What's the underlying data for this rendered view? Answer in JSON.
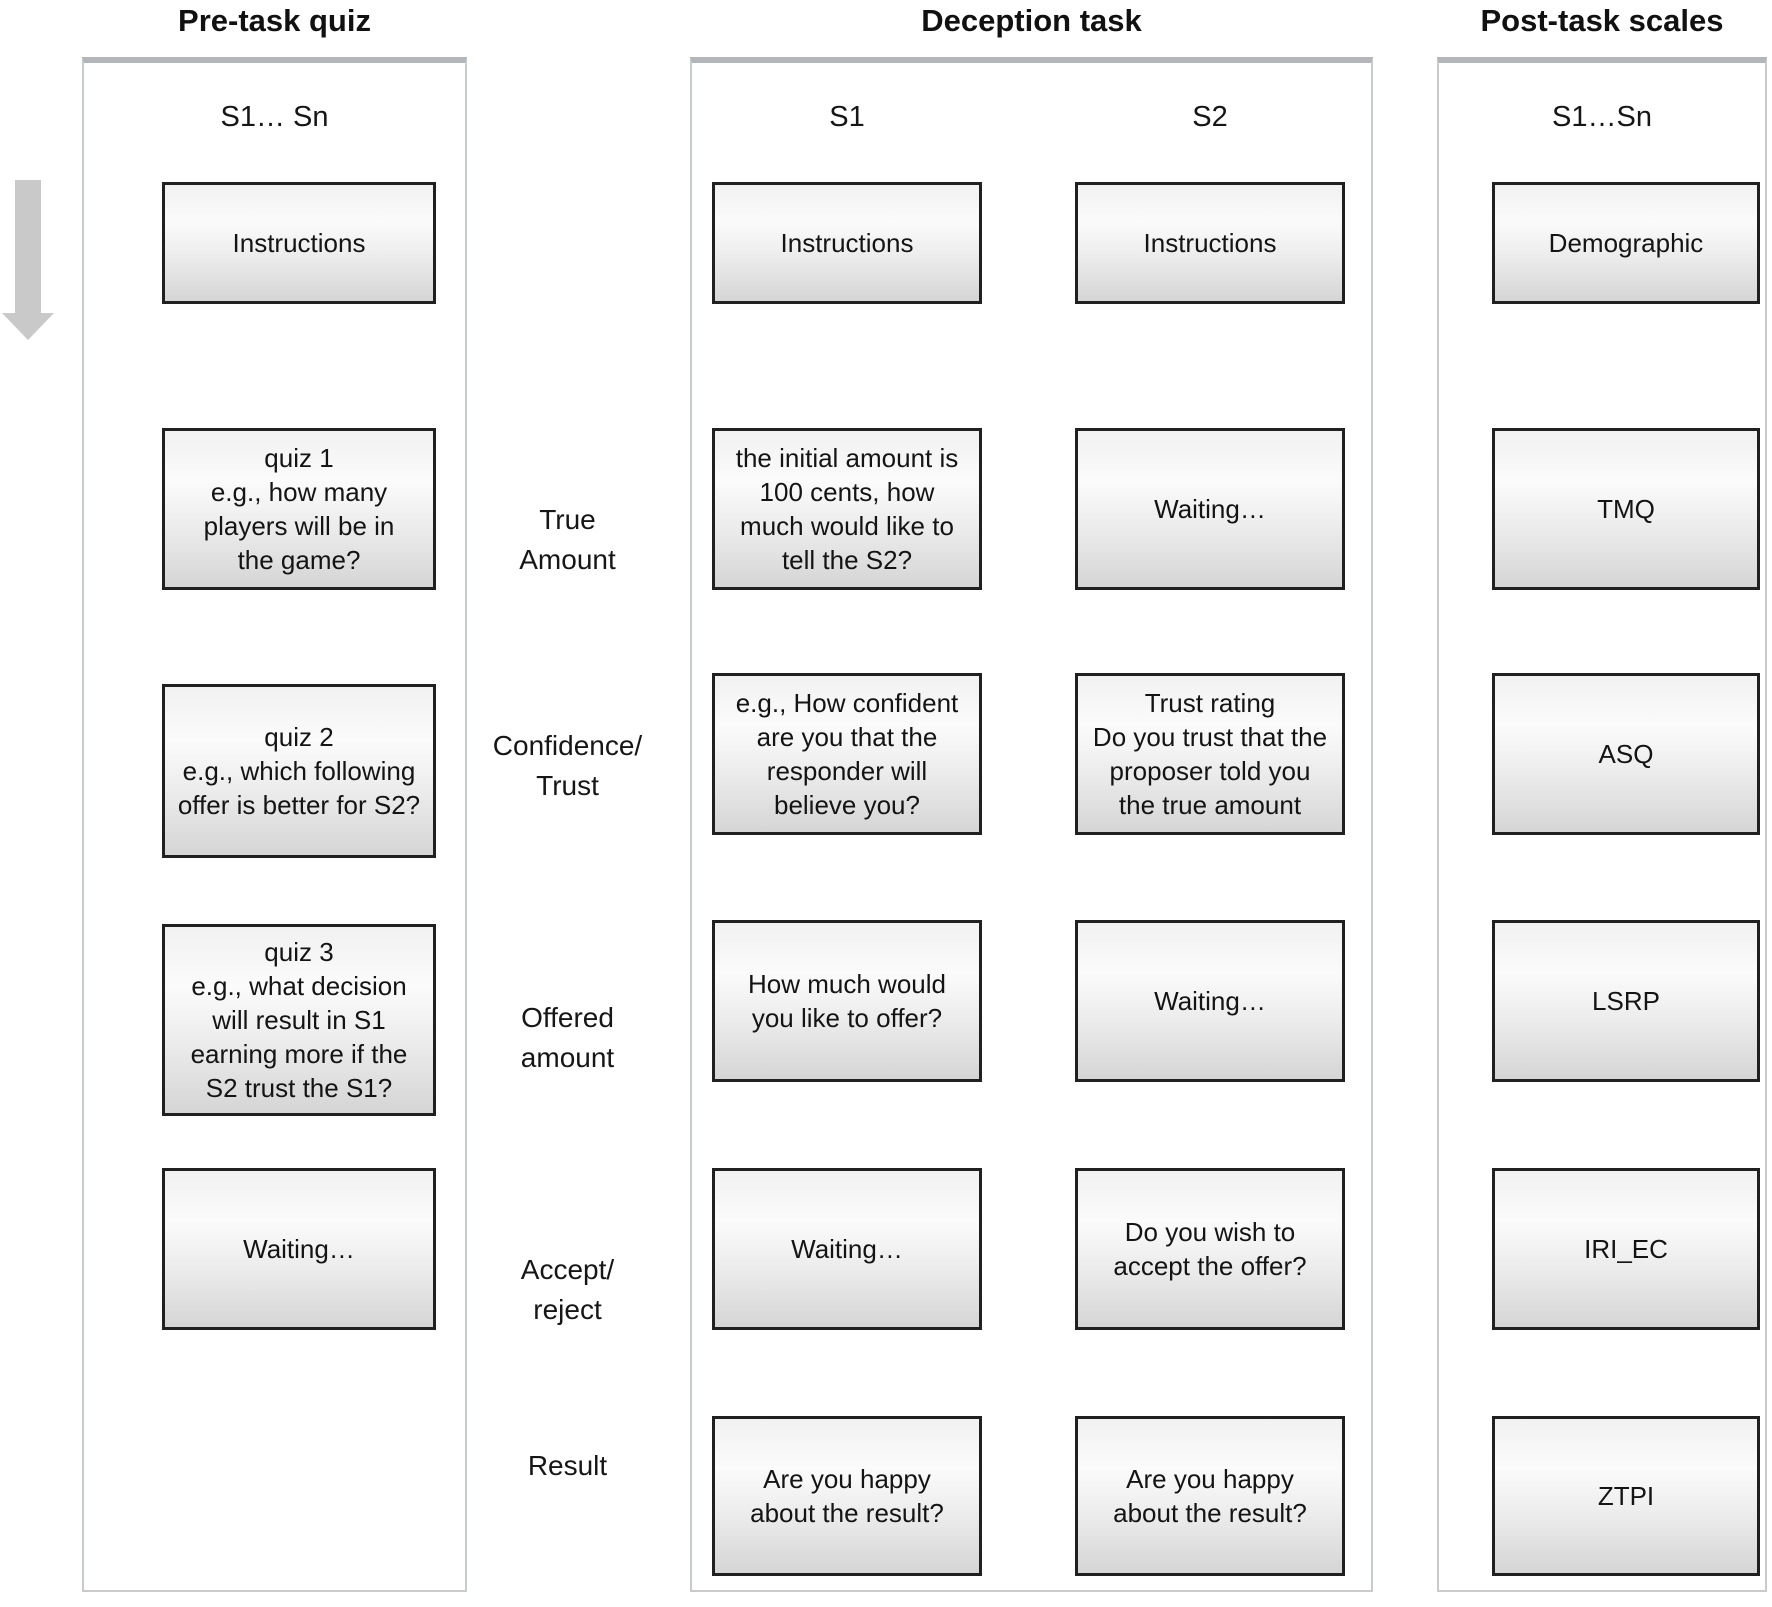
{
  "colors": {
    "arrow_gray": "#c9c9c9",
    "panel_border": "#c7cbce",
    "box_border": "#202020"
  },
  "pre_task": {
    "title": "Pre-task quiz",
    "subjects": "S1… Sn",
    "rows": {
      "instructions": "Instructions",
      "quiz1": "quiz 1\ne.g.,  how many\nplayers will be  in\nthe game?",
      "quiz2": "quiz 2\ne.g.,  which following\noffer is better for S2?",
      "quiz3": "quiz 3\ne.g.,  what decision\nwill result in S1\nearning more if the\nS2 trust  the S1?",
      "waiting": "Waiting…"
    }
  },
  "deception": {
    "title": "Deception task",
    "s1_header": "S1",
    "s2_header": "S2",
    "s1": {
      "instructions": "Instructions",
      "true_amount": "the initial amount is\n100 cents, how\nmuch would like to\ntell the S2?",
      "confidence": "e.g., How confident\nare you that the\nresponder will\nbelieve you?",
      "offer": "How much would\nyou like to offer?",
      "waiting": "Waiting…",
      "result": "Are you happy\nabout the result?"
    },
    "s2": {
      "instructions": "Instructions",
      "waiting1": "Waiting…",
      "trust": "Trust rating\nDo you trust that the\nproposer told you\nthe true amount",
      "waiting2": "Waiting…",
      "accept": "Do you wish to\naccept the offer?",
      "result": "Are you happy\nabout the result?"
    }
  },
  "post_task": {
    "title": "Post-task scales",
    "subjects": "S1…Sn",
    "scales": [
      "Demographic",
      "TMQ",
      "ASQ",
      "LSRP",
      "IRI_EC",
      "ZTPI"
    ]
  },
  "row_labels": {
    "true_amount": "True\nAmount",
    "confidence_trust": "Confidence/\nTrust",
    "offered_amount": "Offered\namount",
    "accept_reject": "Accept/\nreject",
    "result": "Result"
  }
}
